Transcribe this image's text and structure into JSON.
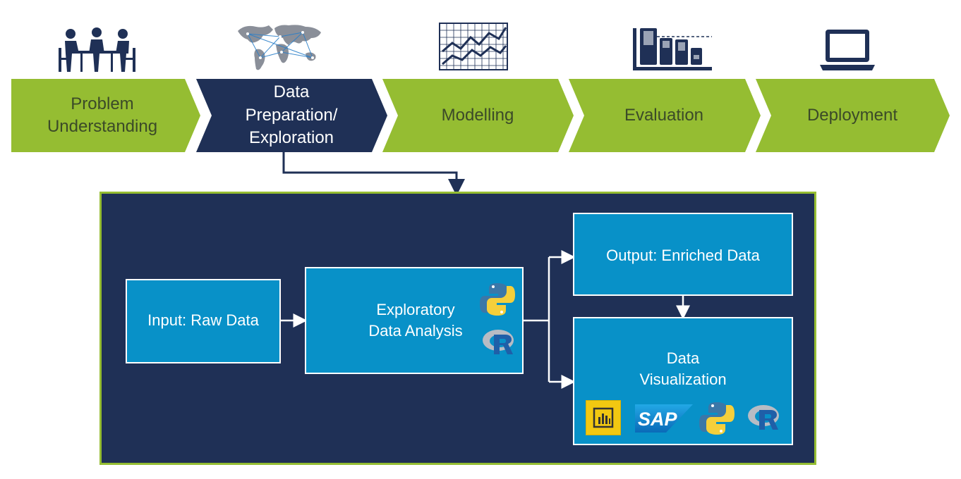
{
  "process": {
    "steps": [
      {
        "label": "Problem\nUnderstanding",
        "icon": "meeting-people-icon",
        "active": false
      },
      {
        "label": "Data\nPreparation/\nExploration",
        "icon": "world-map-network-icon",
        "active": true
      },
      {
        "label": "Modelling",
        "icon": "line-chart-icon",
        "active": false
      },
      {
        "label": "Evaluation",
        "icon": "bar-chart-evaluation-icon",
        "active": false
      },
      {
        "label": "Deployment",
        "icon": "laptop-icon",
        "active": false
      }
    ]
  },
  "detail": {
    "input_label": "Input: Raw Data",
    "eda_label": "Exploratory\nData Analysis",
    "output_label": "Output: Enriched Data",
    "viz_label": "Data\nVisualization",
    "viz_logos": {
      "sap_text": "SAP"
    }
  },
  "colors": {
    "green": "#95bd32",
    "navy": "#1f3056",
    "box_blue": "#0891c8",
    "label_green_text": "#3b4a28",
    "white": "#ffffff"
  }
}
